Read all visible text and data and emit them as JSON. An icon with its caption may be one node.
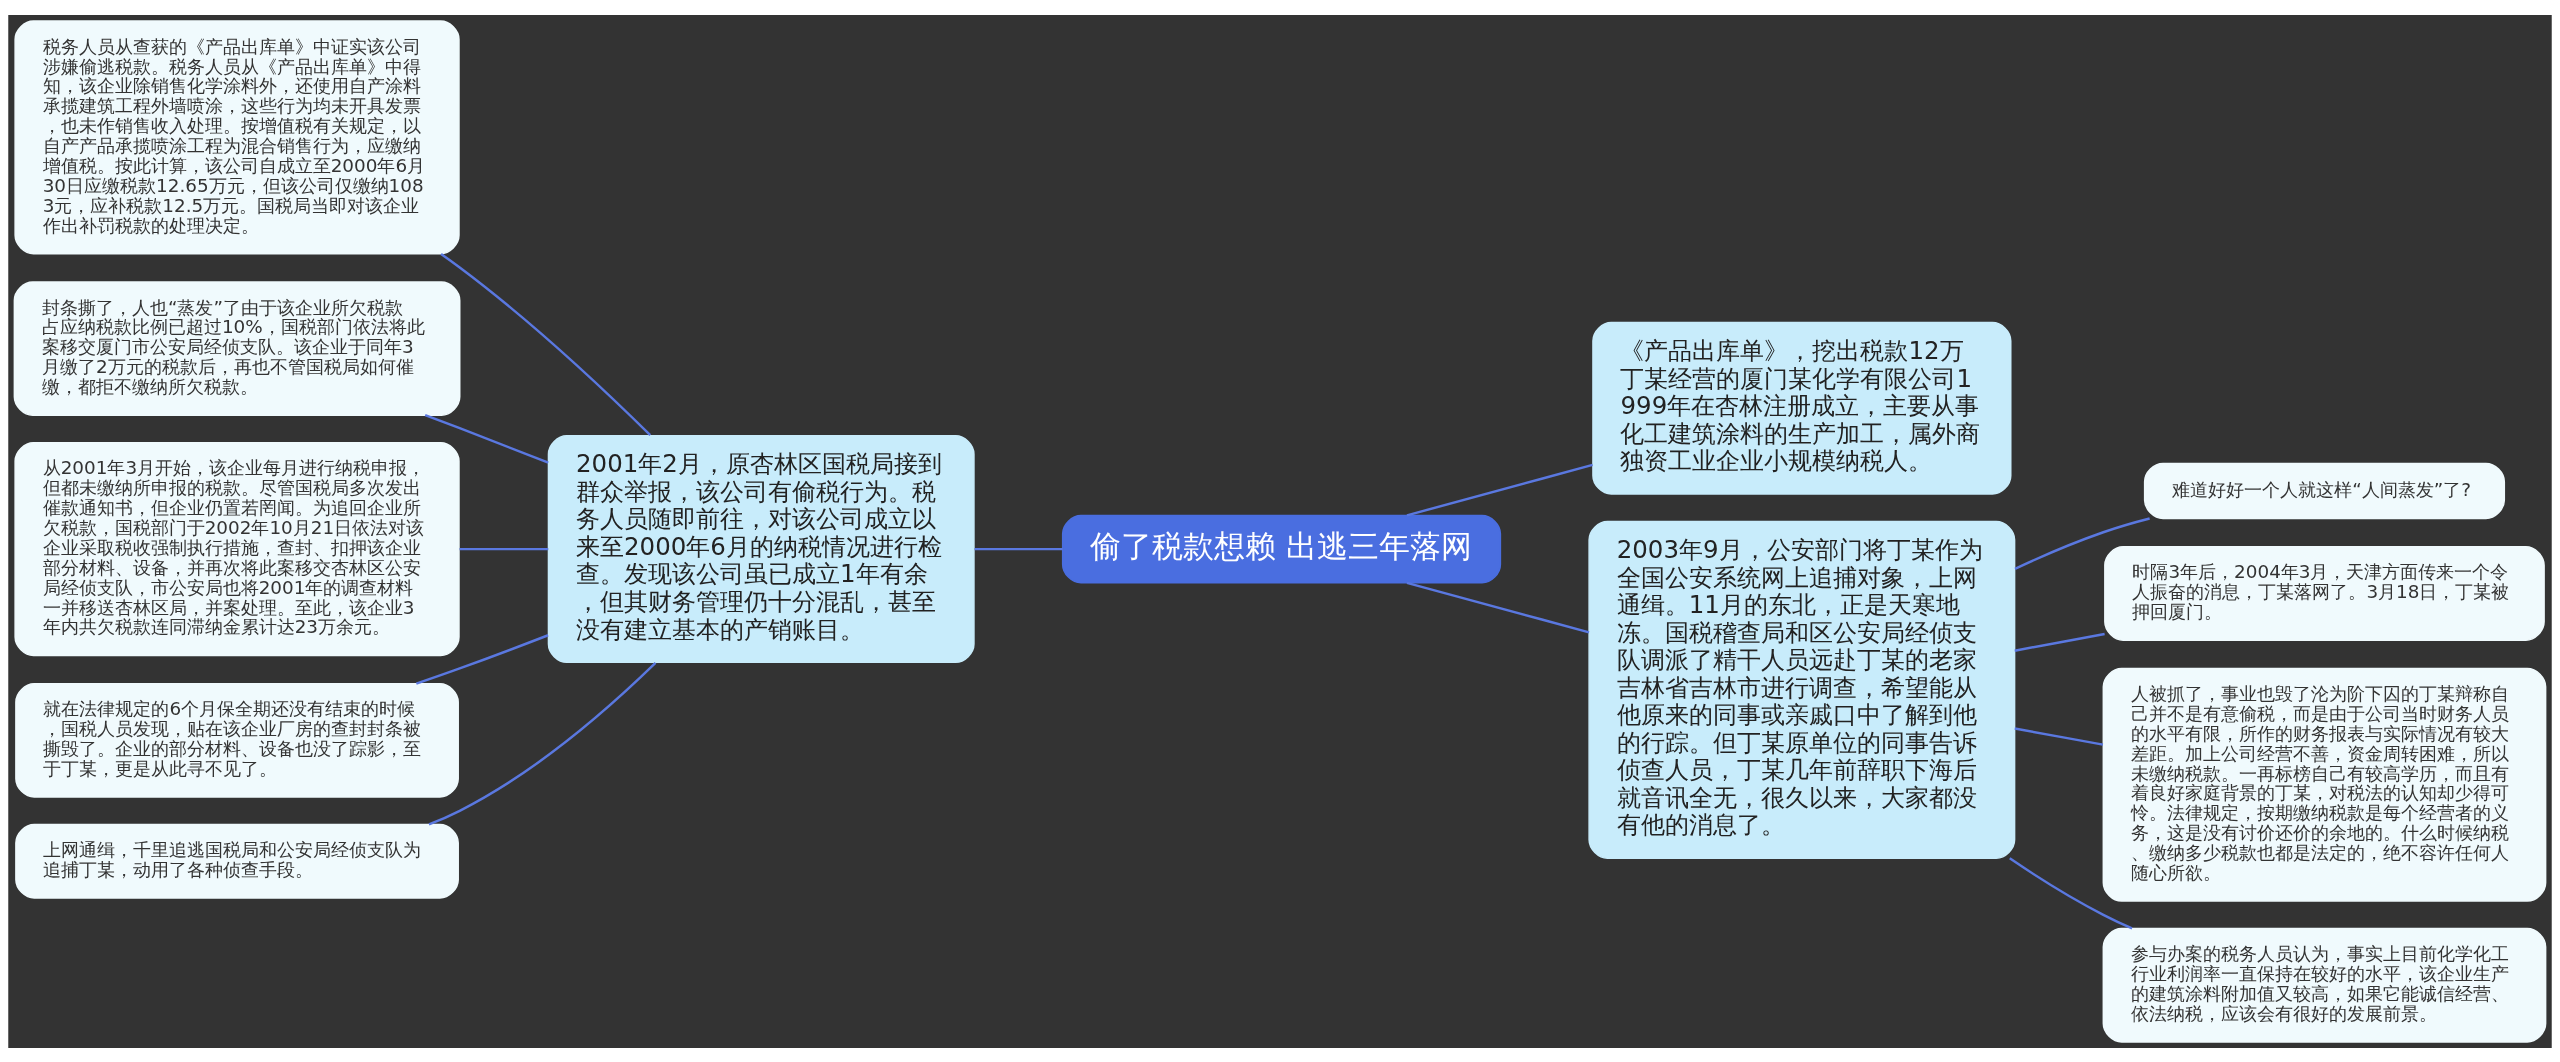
{
  "diagram": {
    "nodes": [
      {
        "text": [
          "偷了税款想赖 出逃三年落网"
        ]
      },
      {
        "text": [
          "2001年2月，原杏林区国税局接到群众举报，该公司有偷税行为。税务人员随即前往，对该公司成立以来至2000年6月的纳税情况进行检查。发现该公司虽已成立1年有余，但其财务管理仍十分混乱，甚至没有建立基本的产销账目。"
        ]
      },
      {
        "text": [
          "税务人员从查获的《产品出库单》中证实该公司涉嫌偷逃税款。税务人员从《产品出库单》中得知，该企业除销售化学涂料外，还使用自产涂料承揽建筑工程外墙喷涂，这些行为均未开具发票，也未作销售收入处理。按增值税有关规定，以自产产品承揽喷涂工程为混合销售行为，应缴纳增值税。按此计算，该公司自成立至2000年6月30日应缴税款12.65万元，但该公司仅缴纳1083元，应补税款12.5万元。国税局当即对该企业作出补罚税款的处理决定。"
        ]
      },
      {
        "text": [
          "封条撕了，人也“蒸发”了由于该企业所欠税款占应纳税款比例已超过10%，国税部门依法将此案移交厦门市公安局经侦支队。该企业于同年3月缴了2万元的税款后，再也不管国税局如何催缴，都拒不缴纳所欠税款。"
        ]
      },
      {
        "text": [
          "从2001年3月开始，该企业每月进行纳税申报，但都未缴纳所申报的税款。尽管国税局多次发出催款通知书，但企业仍置若罔闻。为追回企业所欠税款，国税部门于2002年10月21日依法对该企业采取税收强制执行措施，查封、扣押该企业部分材料、设备，并再次将此案移交杏林区公安局经侦支队，市公安局也将2001年的调查材料一并移送杏林区局，并案处理。至此，该企业3年内共欠税款连同滞纳金累计达23万余元。"
        ]
      },
      {
        "text": [
          "就在法律规定的6个月保全期还没有结束的时候，国税人员发现，贴在该企业厂房的查封封条被撕毁了。企业的部分材料、设备也没了踪影，至于丁某，更是从此寻不见了。"
        ]
      },
      {
        "text": [
          "上网通缉，千里追逃国税局和公安局经侦支队为追捕丁某，动用了各种侦查手段。"
        ]
      },
      {
        "text": [
          "《产品出库单》，挖出税款12万丁某经营的厦门某化学有限公司1999年在杏林注册成立，主要从事化工建筑涂料的生产加工，属外商独资工业企业小规模纳税人。"
        ]
      },
      {
        "text": [
          "2003年9月，公安部门将丁某作为全国公安系统网上追捕对象，上网通缉。11月的东北，正是天寒地冻。国税稽查局和区公安局经侦支队调派了精干人员远赴丁某的老家吉林省吉林市进行调查，希望能从他原来的同事或亲戚口中了解到他的行踪。但丁某原单位的同事告诉侦查人员，丁某几年前辞职下海后就音讯全无，很久以来，大家都没有他的消息了。"
        ]
      },
      {
        "text": [
          "难道好好一个人就这样“人间蒸发”了?"
        ]
      },
      {
        "text": [
          "时隔3年后，2004年3月，天津方面传来一个令人振奋的消息，丁某落网了。3月18日，丁某被押回厦门。"
        ]
      },
      {
        "text": [
          "人被抓了，事业也毁了沦为阶下囚的丁某辩称自己并不是有意偷税，而是由于公司当时财务人员的水平有限，所作的财务报表与实际情况有较大差距。加上公司经营不善，资金周转困难，所以未缴纳税款。一再标榜自己有较高学历，而且有着良好家庭背景的丁某，对税法的认知却少得可怜。法律规定，按期缴纳税款是每个经营者的义务，这是没有讨价还价的余地的。什么时候纳税、缴纳多少税款也都是法定的，绝不容许任何人随心所欲。"
        ]
      },
      {
        "text": [
          "参与办案的税务人员认为，事实上目前化学化工行业利润率一直保持在较好的水平，该企业生产的建筑涂料附加值又较高，如果它能诚信经营、依法纳税，应该会有很好的发展前景。"
        ]
      }
    ],
    "edges": [
      {
        "from": 2,
        "to": 1,
        "arrow": "none"
      },
      {
        "from": 3,
        "to": 1,
        "arrow": "none"
      },
      {
        "from": 4,
        "to": 1,
        "arrow": "none"
      },
      {
        "from": 5,
        "to": 1,
        "arrow": "none"
      },
      {
        "from": 6,
        "to": 1,
        "arrow": "none"
      },
      {
        "from": 1,
        "to": 0,
        "arrow": "none"
      },
      {
        "from": 0,
        "to": 7,
        "arrow": "none"
      },
      {
        "from": 0,
        "to": 8,
        "arrow": "none"
      },
      {
        "from": 8,
        "to": 9,
        "arrow": "none"
      },
      {
        "from": 8,
        "to": 10,
        "arrow": "none"
      },
      {
        "from": 8,
        "to": 11,
        "arrow": "none"
      },
      {
        "from": 8,
        "to": 12,
        "arrow": "none"
      }
    ]
  }
}
